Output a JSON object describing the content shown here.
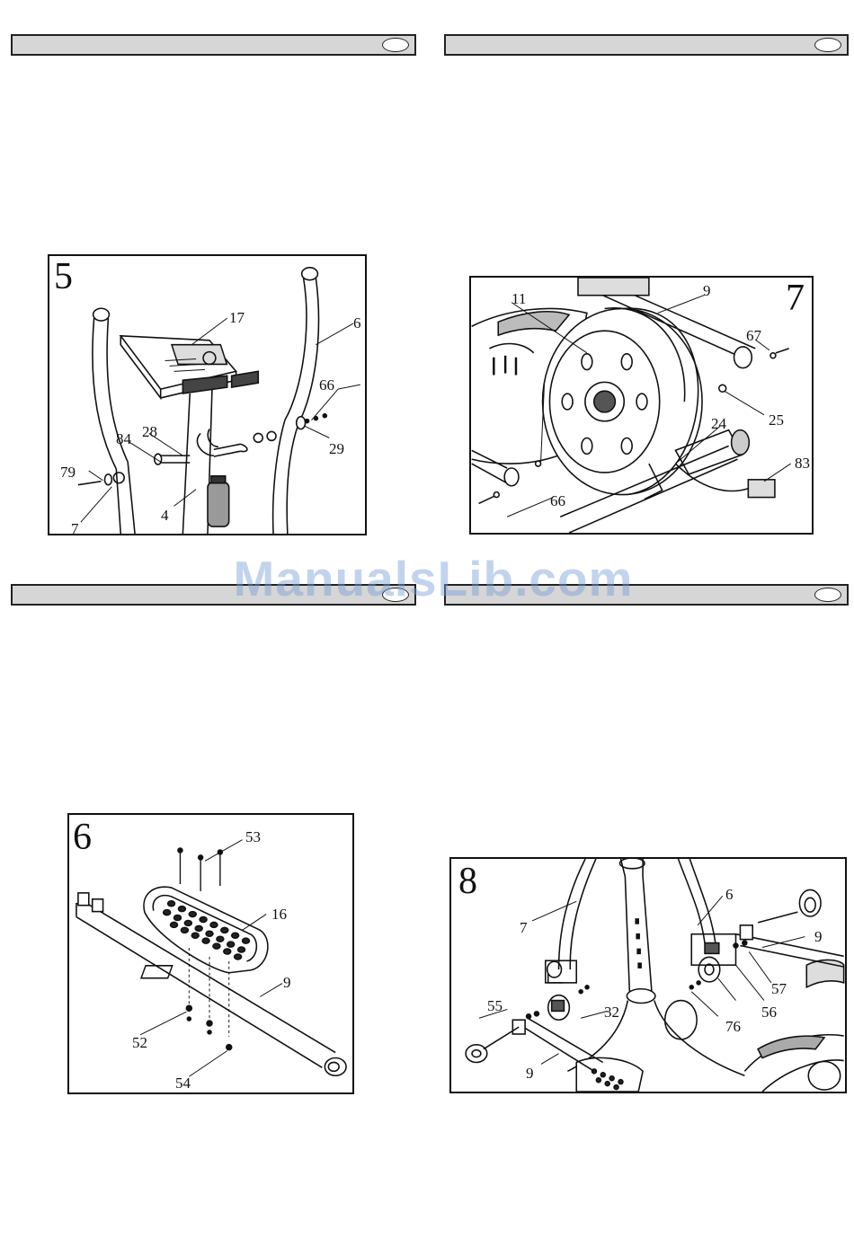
{
  "watermark": "ManualsLib.com",
  "figures": {
    "fig5": {
      "number": "5",
      "labels": {
        "p17": "17",
        "p6": "6",
        "p66": "66",
        "p28": "28",
        "p84": "84",
        "p29": "29",
        "p79": "79",
        "p4": "4",
        "p7": "7"
      }
    },
    "fig7": {
      "number": "7",
      "labels": {
        "p11": "11",
        "p9": "9",
        "p67": "67",
        "p25": "25",
        "p24": "24",
        "p83": "83",
        "p66": "66"
      }
    },
    "fig6": {
      "number": "6",
      "labels": {
        "p53": "53",
        "p16": "16",
        "p9": "9",
        "p52": "52",
        "p54": "54"
      }
    },
    "fig8": {
      "number": "8",
      "labels": {
        "p7": "7",
        "p6": "6",
        "p9a": "9",
        "p57": "57",
        "p56": "56",
        "p55": "55",
        "p32": "32",
        "p76": "76",
        "p9b": "9"
      }
    }
  }
}
